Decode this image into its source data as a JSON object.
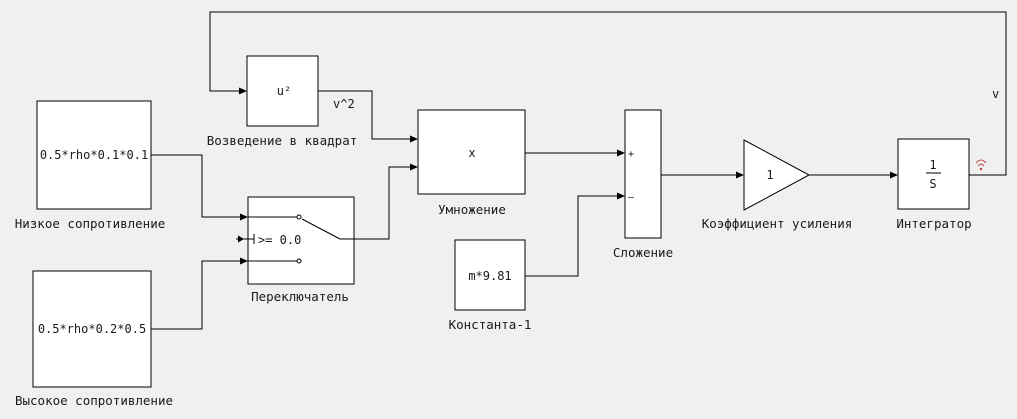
{
  "blocks": {
    "low_resistance": {
      "label": "Низкое сопротивление",
      "value": "0.5*rho*0.1*0.1"
    },
    "high_resistance": {
      "label": "Высокое сопротивление",
      "value": "0.5*rho*0.2*0.5"
    },
    "square": {
      "label": "Возведение в квадрат",
      "value": "u²"
    },
    "multiply": {
      "label": "Умножение",
      "value": "x"
    },
    "switch": {
      "label": "Переключатель",
      "threshold": ">= 0.0"
    },
    "constant": {
      "label": "Константа-1",
      "value": "m*9.81"
    },
    "sum": {
      "label": "Сложение",
      "plus": "+",
      "minus": "–"
    },
    "gain": {
      "label": "Коэффициент усиления",
      "value": "1"
    },
    "integrator": {
      "label": "Интегратор",
      "numerator": "1",
      "denominator": "S"
    }
  },
  "signals": {
    "v_squared": "v^2",
    "v": "v"
  },
  "colors": {
    "background": "#f0f0f0",
    "block_fill": "#ffffff",
    "line": "#000000",
    "log_icon": "#c0504d"
  },
  "icons": {
    "integrator_output": "signal-log-icon",
    "switch_control": "control-port-icon"
  }
}
